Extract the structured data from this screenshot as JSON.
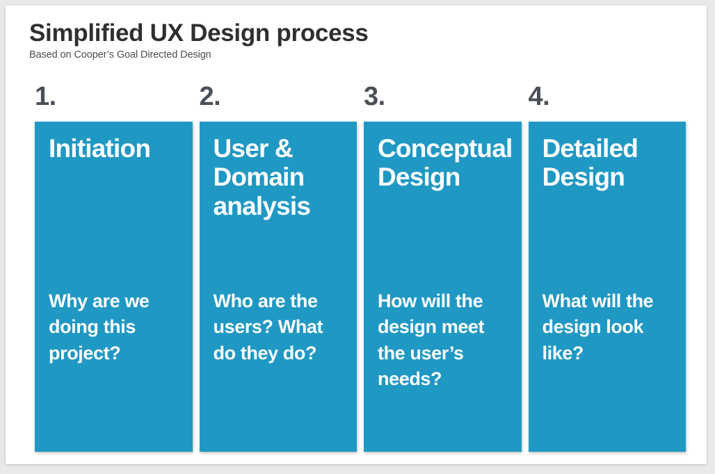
{
  "header": {
    "title": "Simplified UX Design process",
    "subtitle": "Based on Cooper’s Goal Directed Design"
  },
  "colors": {
    "card_blue": "#2098c4",
    "title_text": "#2f2f2f",
    "number_text": "#4a4f58",
    "card_text": "#ffffff",
    "page_background": "#ffffff",
    "canvas_background": "#e9e9e9"
  },
  "steps": [
    {
      "number": "1.",
      "heading": "Initiation",
      "question": "Why are we doing this project?"
    },
    {
      "number": "2.",
      "heading": "User & Domain analysis",
      "question": "Who are the users? What do they do?"
    },
    {
      "number": "3.",
      "heading": "Conceptual Design",
      "question": "How will the design meet the user’s needs?"
    },
    {
      "number": "4.",
      "heading": "Detailed Design",
      "question": "What will the design look like?"
    }
  ]
}
